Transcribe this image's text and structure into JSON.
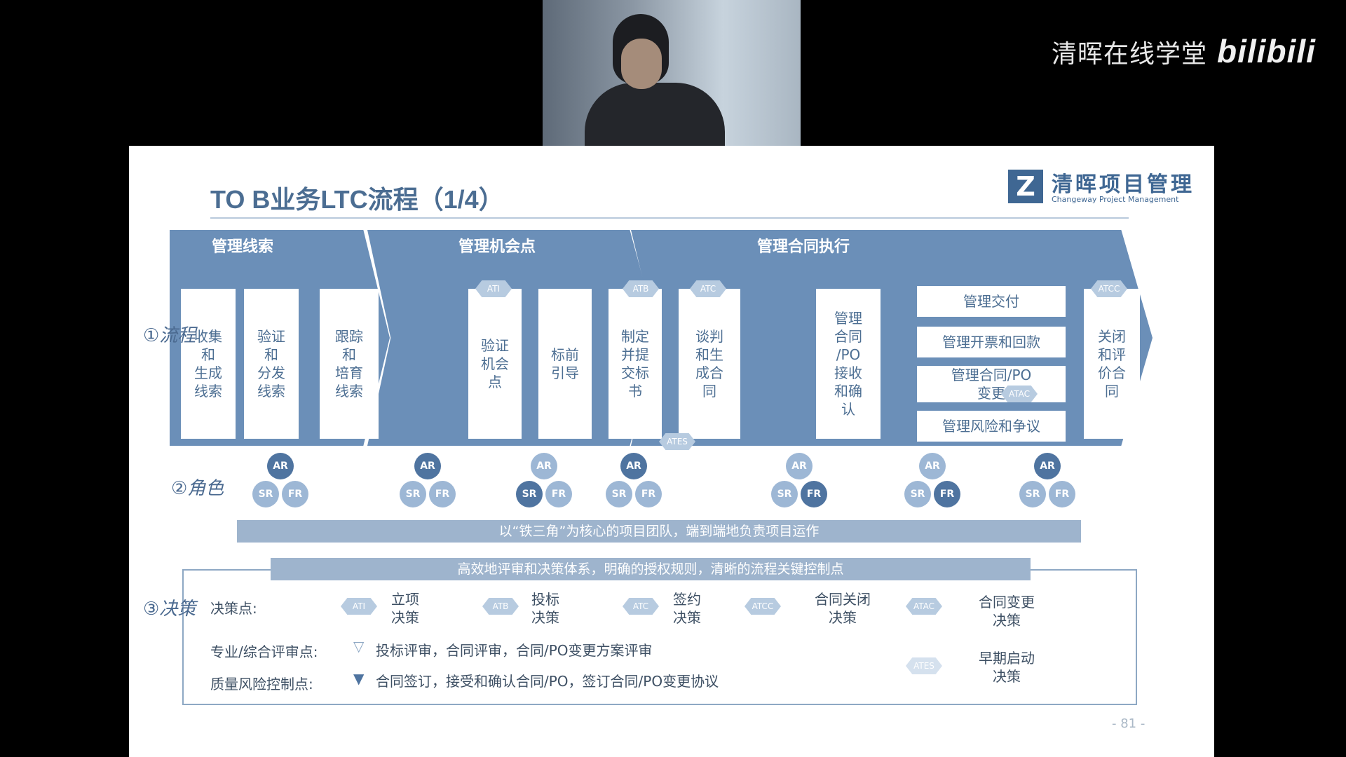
{
  "overlay": {
    "brand": "清晖在线学堂",
    "bili": "bilibili"
  },
  "slide": {
    "title": "TO B业务LTC流程（1/4）",
    "logo_cn": "清晖项目管理",
    "logo_en": "Changeway Project Management",
    "page_number": "- 81 -",
    "phases": [
      {
        "title": "管理线索",
        "steps": [
          "收集\n和\n生成\n线索",
          "验证\n和\n分发\n线索",
          "跟踪\n和\n培育\n线索"
        ]
      },
      {
        "title": "管理机会点",
        "steps": [
          "验证\n机会\n点",
          "标前\n引导",
          "制定\n并提\n交标\n书",
          "谈判\n和生\n成合\n同"
        ]
      },
      {
        "title": "管理合同执行",
        "first": "管理\n合同\n/PO\n接收\n和确\n认",
        "middle": [
          "管理交付",
          "管理开票和回款",
          "管理合同/PO\n变更",
          "管理风险和争议"
        ],
        "last": "关闭\n和评\n价合\n同"
      }
    ],
    "gates": [
      "ATI",
      "ATB",
      "ATC",
      "ATCC",
      "ATAC",
      "ATES"
    ],
    "roles": [
      "AR",
      "SR",
      "FR"
    ],
    "team_bar": "以“铁三角”为核心的项目团队，端到端地负责项目运作",
    "legend_bar": "高效地评审和决策体系，明确的授权规则，清晰的流程关键控制点",
    "legend": {
      "decision_label": "决策点:",
      "decisions": [
        {
          "gate": "ATI",
          "text": "立项\n决策"
        },
        {
          "gate": "ATB",
          "text": "投标\n决策"
        },
        {
          "gate": "ATC",
          "text": "签约\n决策"
        },
        {
          "gate": "ATCC",
          "text": "合同关闭\n决策"
        },
        {
          "gate": "ATAC",
          "text": "合同变更\n决策"
        }
      ],
      "review_label": "专业/综合评审点:",
      "review_text": "投标评审，合同评审，合同/PO变更方案评审",
      "quality_label": "质量风险控制点:",
      "quality_text": "合同签订，接受和确认合同/PO，签订合同/PO变更协议",
      "early": {
        "gate": "ATES",
        "text": "早期启动\n决策"
      }
    },
    "annotations": [
      "①流程",
      "②角色",
      "③决策"
    ]
  }
}
